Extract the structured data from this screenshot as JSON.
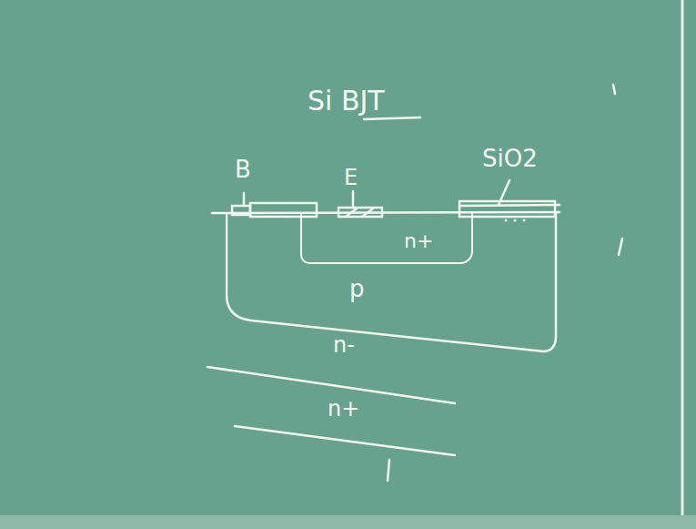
{
  "diagram": {
    "title": "Si BJT",
    "nodes": [
      {
        "text": [
          "p"
        ]
      },
      {
        "text": [
          "n+"
        ],
        "in": 0
      }
    ],
    "labels": [
      "B",
      "E",
      "SiO2",
      "n-",
      "n+"
    ]
  }
}
